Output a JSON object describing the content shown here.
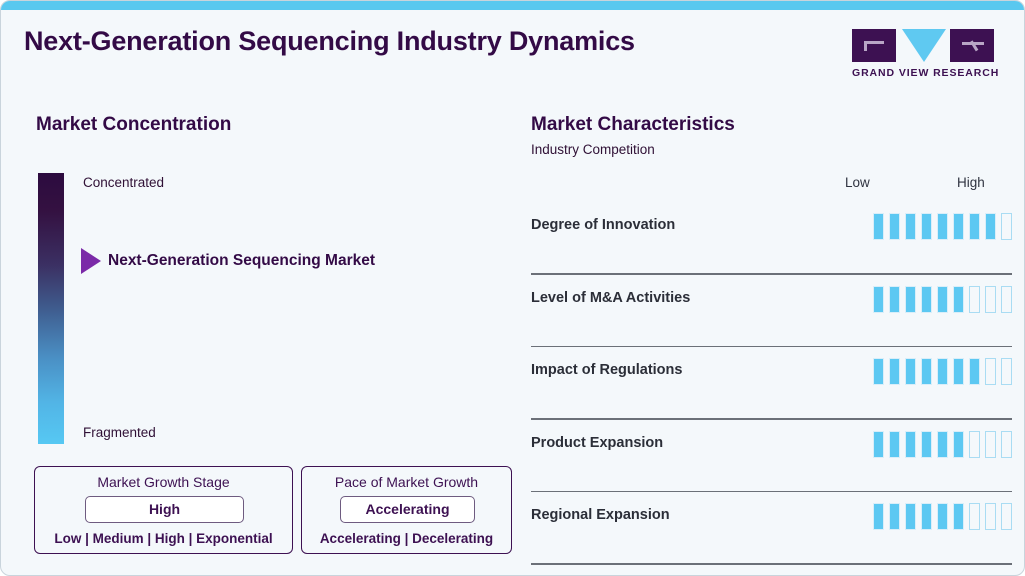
{
  "header": {
    "title": "Next-Generation Sequencing Industry Dynamics",
    "logo": {
      "brand_text": "GRAND VIEW RESEARCH",
      "mark_dark_color": "#3d1152",
      "mark_accent_color": "#5fc9f1"
    }
  },
  "theme": {
    "background": "#f4f8fb",
    "accent_bar": "#59c8ef",
    "title_color": "#330a46",
    "bar_fill": "#5cc8f2",
    "bar_empty_border": "#a9dcf3",
    "marker_color": "#7b2aa8"
  },
  "market_concentration": {
    "title": "Market Concentration",
    "scale_top_label": "Concentrated",
    "scale_bottom_label": "Fragmented",
    "gradient_top_color": "#2c0b3f",
    "gradient_bottom_color": "#56c8f3",
    "marker_label": "Next-Generation Sequencing Market",
    "marker_position_percent": 32
  },
  "growth_stage_card": {
    "heading": "Market Growth Stage",
    "value": "High",
    "options": "Low | Medium | High | Exponential"
  },
  "pace_card": {
    "heading": "Pace of Market Growth",
    "value": "Accelerating",
    "options": "Accelerating | Decelerating"
  },
  "market_characteristics": {
    "title": "Market Characteristics",
    "subtitle": "Industry Competition",
    "scale_low_label": "Low",
    "scale_high_label": "High"
  },
  "chart_data": {
    "type": "bar",
    "title": "Market Characteristics",
    "subtitle": "Industry Competition",
    "xlabel": "",
    "ylabel": "",
    "scale_min_label": "Low",
    "scale_max_label": "High",
    "segments_total": 9,
    "categories": [
      "Degree of Innovation",
      "Level of M&A Activities",
      "Impact of Regulations",
      "Product Expansion",
      "Regional Expansion"
    ],
    "values": [
      8,
      6,
      7,
      6,
      6
    ],
    "ylim": [
      0,
      9
    ],
    "grid": false,
    "legend": "none",
    "rows": [
      {
        "label": "Degree of Innovation",
        "filled": 8,
        "total": 9
      },
      {
        "label": "Level of M&A Activities",
        "filled": 6,
        "total": 9
      },
      {
        "label": "Impact of Regulations",
        "filled": 7,
        "total": 9
      },
      {
        "label": "Product Expansion",
        "filled": 6,
        "total": 9
      },
      {
        "label": "Regional Expansion",
        "filled": 6,
        "total": 9
      }
    ]
  }
}
